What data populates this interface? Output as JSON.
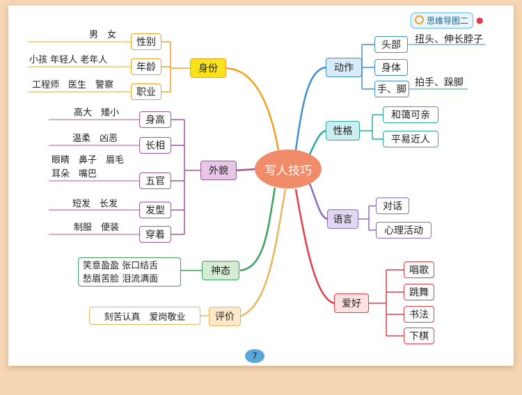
{
  "badge": {
    "label": "思维导图二"
  },
  "center": {
    "label": "写人技巧"
  },
  "page_number": "7",
  "left": {
    "identity": {
      "label": "身份",
      "items": [
        {
          "label": "性别",
          "detail": "男　女"
        },
        {
          "label": "年龄",
          "detail": "小孩 年轻人 老年人"
        },
        {
          "label": "职业",
          "detail": "工程师　医生　警察"
        }
      ]
    },
    "appearance": {
      "label": "外貌",
      "items": [
        {
          "label": "身高",
          "detail": "高大　矮小"
        },
        {
          "label": "长相",
          "detail": "温柔　凶恶"
        },
        {
          "label": "五官",
          "detail_line1": "眼睛　鼻子　眉毛",
          "detail_line2": "耳朵　嘴巴"
        },
        {
          "label": "发型",
          "detail": "短发　长发"
        },
        {
          "label": "穿着",
          "detail": "制服　便装"
        }
      ]
    },
    "expression": {
      "label": "神态",
      "line1": "笑意盈盈 张口结舌",
      "line2": "愁眉苦脸 泪流满面"
    },
    "evaluation": {
      "label": "评价",
      "detail": "刻苦认真　爱岗敬业"
    }
  },
  "right": {
    "action": {
      "label": "动作",
      "items": [
        {
          "label": "头部",
          "detail": "扭头、伸长脖子"
        },
        {
          "label": "身体"
        },
        {
          "label": "手、脚",
          "detail": "拍手、跺脚"
        }
      ]
    },
    "personality": {
      "label": "性格",
      "items": [
        {
          "label": "和蔼可亲"
        },
        {
          "label": "平易近人"
        }
      ]
    },
    "language": {
      "label": "语言",
      "items": [
        {
          "label": "对话"
        },
        {
          "label": "心理活动"
        }
      ]
    },
    "hobby": {
      "label": "爱好",
      "items": [
        {
          "label": "唱歌"
        },
        {
          "label": "跳舞"
        },
        {
          "label": "书法"
        },
        {
          "label": "下棋"
        }
      ]
    }
  },
  "colors": {
    "identity": "#f3a020",
    "identity_fill": "#f7e21c",
    "appearance": "#a0559f",
    "appearance_fill": "#e7c6e8",
    "expression": "#3aa05a",
    "expression_fill": "#d4ecd4",
    "evaluation": "#e9b35a",
    "evaluation_fill": "#fbe9c9",
    "action": "#3f8fd0",
    "action_fill": "#d7ebfa",
    "personality": "#28a8a0",
    "personality_fill": "#cdeeee",
    "language": "#8c6cc0",
    "language_fill": "#e0d8f2",
    "hobby": "#e23c46",
    "hobby_fill": "#fde0e0"
  }
}
